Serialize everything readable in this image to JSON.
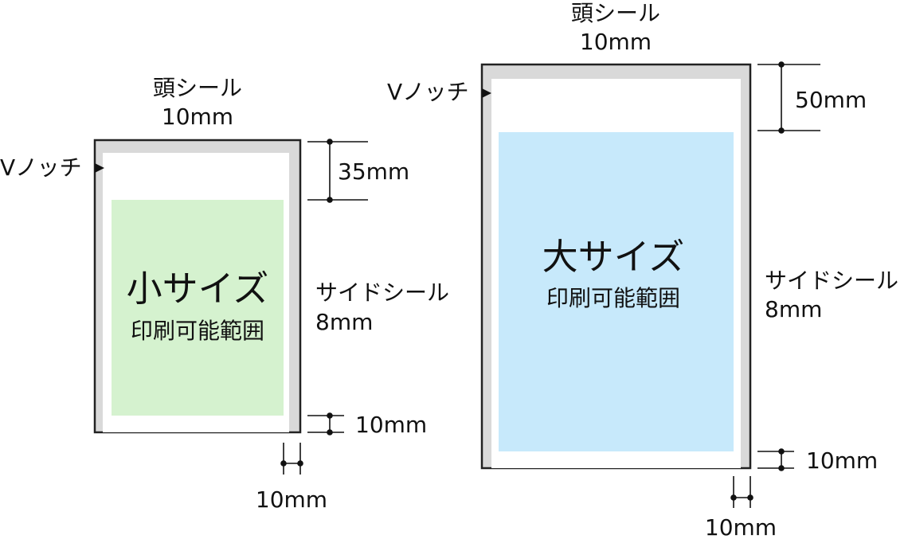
{
  "colors": {
    "outline": "#222222",
    "seal_band": "#d9d9d9",
    "bag_fill": "#ffffff",
    "small_print_area": "#d5f2cf",
    "large_print_area": "#c7e9fb"
  },
  "small_bag": {
    "top_seal_label": "頭シール",
    "top_seal_value": "10mm",
    "notch_label": "Vノッチ",
    "title": "小サイズ",
    "subtitle": "印刷可能範囲",
    "top_margin": "35mm",
    "side_seal_label": "サイドシール",
    "side_seal_value": "8mm",
    "bottom_margin": "10mm",
    "side_margin": "10mm"
  },
  "large_bag": {
    "top_seal_label": "頭シール",
    "top_seal_value": "10mm",
    "notch_label": "Vノッチ",
    "title": "大サイズ",
    "subtitle": "印刷可能範囲",
    "top_margin": "50mm",
    "side_seal_label": "サイドシール",
    "side_seal_value": "8mm",
    "bottom_margin": "10mm",
    "side_margin": "10mm"
  }
}
